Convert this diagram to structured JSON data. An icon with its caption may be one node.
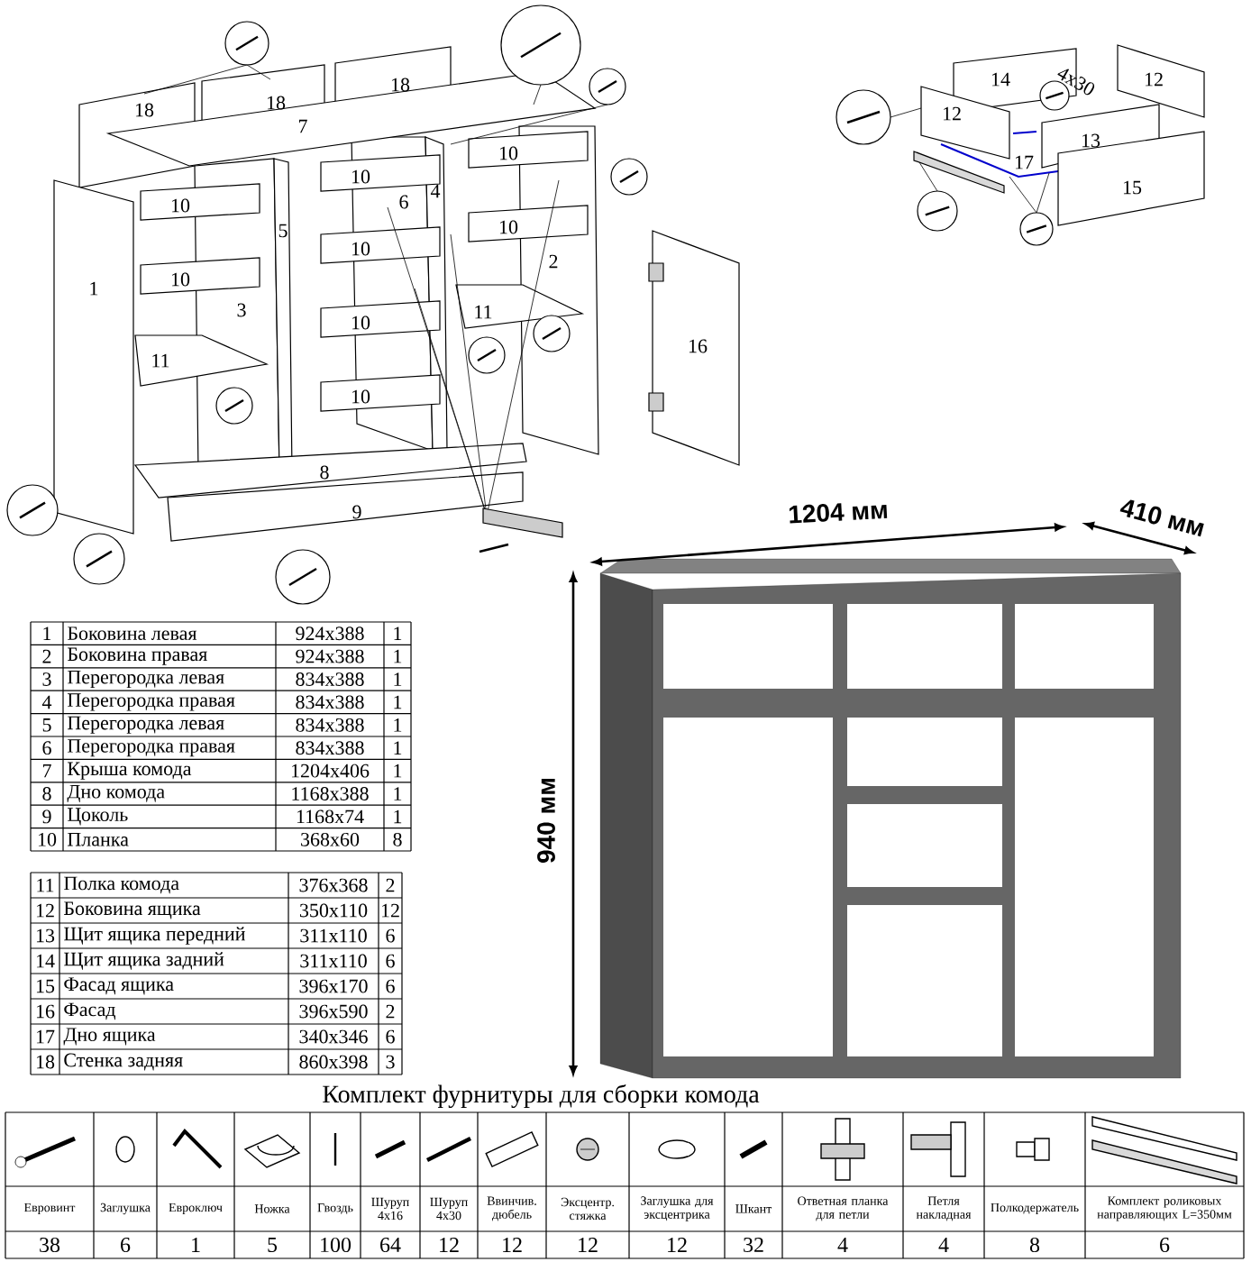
{
  "diagram": {
    "labels": [
      "18",
      "18",
      "18",
      "7",
      "10",
      "10",
      "10",
      "10",
      "10",
      "10",
      "10",
      "10",
      "6",
      "4",
      "5",
      "1",
      "3",
      "2",
      "11",
      "11",
      "16",
      "8",
      "9",
      "14",
      "4x30",
      "12",
      "12",
      "13",
      "17",
      "15",
      "1204 мм",
      "410 мм",
      "940 мм",
      "1",
      "Боковина левая",
      "924x388",
      "1",
      "2",
      "Боковина правая",
      "924x388",
      "1",
      "3",
      "Перегородка левая",
      "834x388",
      "1",
      "4",
      "Перегородка правая",
      "834x388",
      "1",
      "5",
      "Перегородка левая",
      "834x388",
      "1",
      "6",
      "Перегородка правая",
      "834x388",
      "1",
      "7",
      "Крыша комода",
      "1204x406",
      "1",
      "8",
      "Дно комода",
      "1168x388",
      "1",
      "9",
      "Цоколь",
      "1168x74",
      "1",
      "10",
      "Планка",
      "368x60",
      "8",
      "11",
      "Полка комода",
      "376x368",
      "2",
      "12",
      "Боковина ящика",
      "350x110",
      "12",
      "13",
      "Щит ящика передний",
      "311x110",
      "6",
      "14",
      "Щит ящика задний",
      "311x110",
      "6",
      "15",
      "Фасад ящика",
      "396x170",
      "6",
      "16",
      "Фасад",
      "396x590",
      "2",
      "17",
      "Дно ящика",
      "340x346",
      "6",
      "18",
      "Стенка задняя",
      "860x398",
      "3",
      "Комплект фурнитуры для сборки комода",
      "Евровинт",
      "Заглушка",
      "Евроключ",
      "Ножка",
      "Гвоздь",
      "Шуруп 4х16",
      "Шуруп 4х30",
      "Ввинчив. дюбель",
      "Эксцентр. стяжка",
      "Заглушка для эксцентрика",
      "Шкант",
      "Ответная планка для петли",
      "Петля накладная",
      "Полкодержатель",
      "Комплект роликовых направляющих L=350мм",
      "38",
      "6",
      "1",
      "5",
      "100",
      "64",
      "12",
      "12",
      "12",
      "12",
      "32",
      "4",
      "4",
      "8",
      "6"
    ]
  }
}
